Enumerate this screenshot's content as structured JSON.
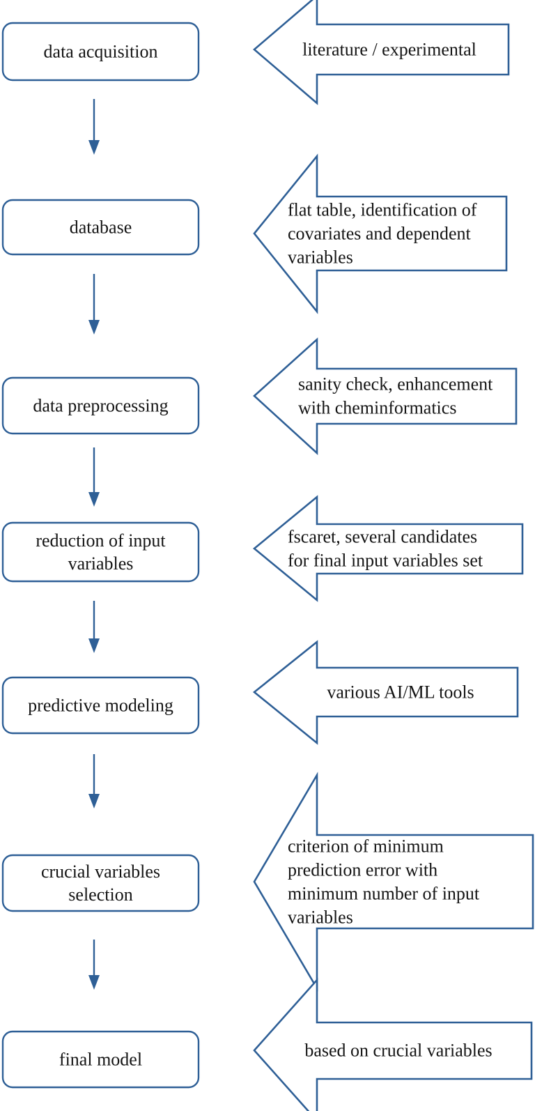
{
  "diagram": {
    "type": "flowchart",
    "accent_color": "#2e5f96",
    "text_color": "#141414",
    "background_color": "#ffffff",
    "steps": [
      {
        "box_lines": [
          "data acquisition"
        ],
        "annotation_lines": [
          "literature / experimental"
        ]
      },
      {
        "box_lines": [
          "database"
        ],
        "annotation_lines": [
          "flat table, identification of",
          "covariates and dependent",
          "variables"
        ]
      },
      {
        "box_lines": [
          "data preprocessing"
        ],
        "annotation_lines": [
          "sanity check, enhancement",
          "with cheminformatics"
        ]
      },
      {
        "box_lines": [
          "reduction of input",
          "variables"
        ],
        "annotation_lines": [
          "fscaret, several candidates",
          "for final input variables set"
        ]
      },
      {
        "box_lines": [
          "predictive modeling"
        ],
        "annotation_lines": [
          "various AI/ML tools"
        ]
      },
      {
        "box_lines": [
          "crucial variables",
          "selection"
        ],
        "annotation_lines": [
          "criterion of minimum",
          "prediction error with",
          "minimum number of input",
          "variables"
        ]
      },
      {
        "box_lines": [
          "final model"
        ],
        "annotation_lines": [
          "based on crucial variables"
        ]
      }
    ]
  }
}
